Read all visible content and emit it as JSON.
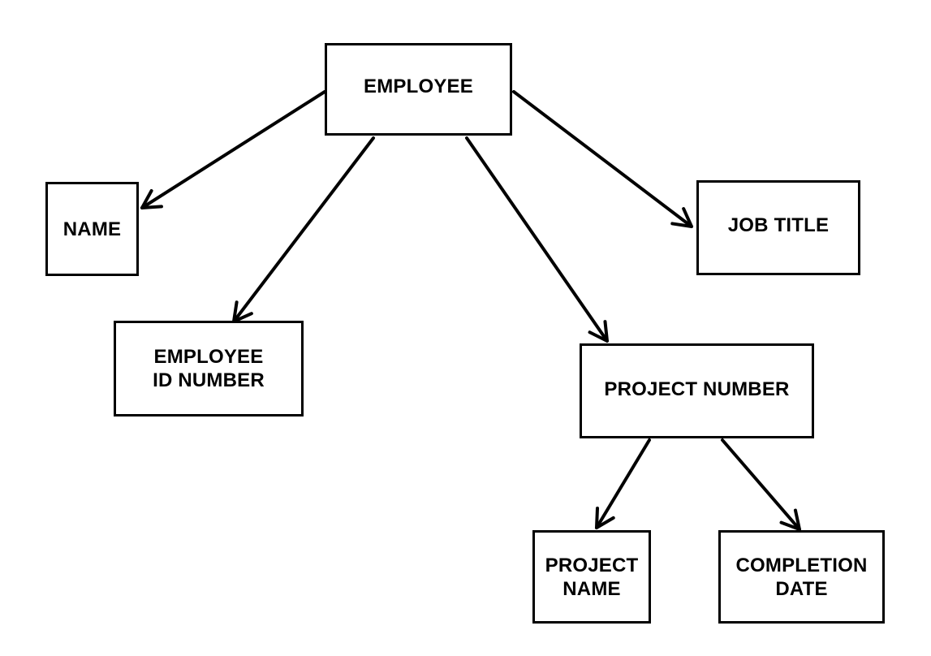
{
  "diagram": {
    "nodes": {
      "employee": {
        "label": "EMPLOYEE"
      },
      "name": {
        "label": "NAME"
      },
      "employee_id": {
        "label": "EMPLOYEE\nID NUMBER"
      },
      "job_title": {
        "label": "JOB TITLE"
      },
      "project_number": {
        "label": "PROJECT NUMBER"
      },
      "project_name": {
        "label": "PROJECT\nNAME"
      },
      "completion_date": {
        "label": "COMPLETION\nDATE"
      }
    },
    "edges": [
      {
        "from": "employee",
        "to": "name"
      },
      {
        "from": "employee",
        "to": "employee_id"
      },
      {
        "from": "employee",
        "to": "project_number"
      },
      {
        "from": "employee",
        "to": "job_title"
      },
      {
        "from": "project_number",
        "to": "project_name"
      },
      {
        "from": "project_number",
        "to": "completion_date"
      }
    ],
    "colors": {
      "stroke": "#000000",
      "background": "#ffffff"
    }
  }
}
